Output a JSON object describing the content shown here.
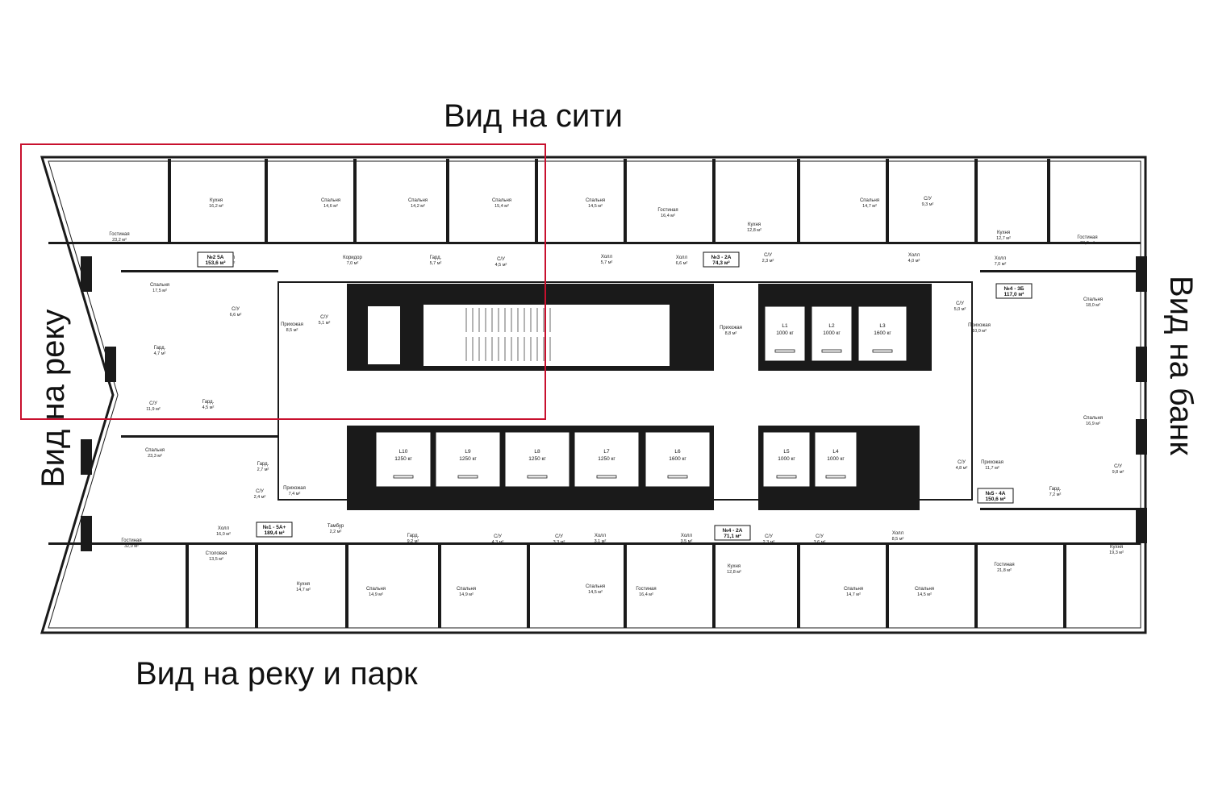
{
  "views": {
    "top": "Вид на сити",
    "bottom": "Вид на реку и парк",
    "left": "Вид на реку",
    "right": "Вид на банк"
  },
  "colors": {
    "wall": "#1a1a1a",
    "core": "#1a1a1a",
    "highlight": "#c8102e",
    "background": "#ffffff"
  },
  "apartments": [
    {
      "id": "№2 5А",
      "area": "153,6 м²"
    },
    {
      "id": "№3 - 2А",
      "area": "74,3 м²"
    },
    {
      "id": "№4 - 3Б",
      "area": "117,0 м²"
    },
    {
      "id": "№5 - 4А",
      "area": "150,6 м²"
    },
    {
      "id": "№4 - 2А",
      "area": "71,1 м²"
    },
    {
      "id": "№1 - 5А+",
      "area": "189,4 м²"
    }
  ],
  "lifts": [
    {
      "id": "L1",
      "capacity": "1000 кг"
    },
    {
      "id": "L2",
      "capacity": "1000 кг"
    },
    {
      "id": "L3",
      "capacity": "1600 кг"
    },
    {
      "id": "L10",
      "capacity": "1250 кг"
    },
    {
      "id": "L9",
      "capacity": "1250 кг"
    },
    {
      "id": "L8",
      "capacity": "1250 кг"
    },
    {
      "id": "L7",
      "capacity": "1250 кг"
    },
    {
      "id": "L6",
      "capacity": "1600 кг"
    },
    {
      "id": "L5",
      "capacity": "1000 кг"
    },
    {
      "id": "L4",
      "capacity": "1000 кг"
    }
  ],
  "rooms": [
    {
      "name": "Гостиная",
      "area": "23,2 м²"
    },
    {
      "name": "Кухня",
      "area": "16,2 м²"
    },
    {
      "name": "Спальня",
      "area": "14,6 м²"
    },
    {
      "name": "Спальня",
      "area": "14,2 м²"
    },
    {
      "name": "Спальня",
      "area": "15,4 м²"
    },
    {
      "name": "Спальня",
      "area": "14,5 м²"
    },
    {
      "name": "Гостиная",
      "area": "16,4 м²"
    },
    {
      "name": "Кухня",
      "area": "12,8 м²"
    },
    {
      "name": "Спальня",
      "area": "14,7 м²"
    },
    {
      "name": "С/У",
      "area": "9,3 м²"
    },
    {
      "name": "Кухня",
      "area": "12,7 м²"
    },
    {
      "name": "Гостиная",
      "area": "23,8 м²"
    },
    {
      "name": "Холл",
      "area": "1,6 м²"
    },
    {
      "name": "Коридор",
      "area": "7,0 м²"
    },
    {
      "name": "Гард.",
      "area": "5,7 м²"
    },
    {
      "name": "С/У",
      "area": "4,5 м²"
    },
    {
      "name": "Холл",
      "area": "5,7 м²"
    },
    {
      "name": "Холл",
      "area": "6,6 м²"
    },
    {
      "name": "С/У",
      "area": "2,3 м²"
    },
    {
      "name": "Холл",
      "area": "4,0 м²"
    },
    {
      "name": "Холл",
      "area": "7,0 м²"
    },
    {
      "name": "Спальня",
      "area": "17,5 м²"
    },
    {
      "name": "Гард.",
      "area": "4,7 м²"
    },
    {
      "name": "С/У",
      "area": "6,6 м²"
    },
    {
      "name": "Прихожая",
      "area": "8,5 м²"
    },
    {
      "name": "С/У",
      "area": "5,1 м²"
    },
    {
      "name": "Прихожая",
      "area": "8,8 м²"
    },
    {
      "name": "С/У",
      "area": "5,0 м²"
    },
    {
      "name": "Прихожая",
      "area": "10,0 м²"
    },
    {
      "name": "Спальня",
      "area": "18,0 м²"
    },
    {
      "name": "С/У",
      "area": "11,9 м²"
    },
    {
      "name": "Гард.",
      "area": "4,5 м²"
    },
    {
      "name": "Спальня",
      "area": "16,9 м²"
    },
    {
      "name": "Спальня",
      "area": "23,3 м²"
    },
    {
      "name": "Гард.",
      "area": "2,7 м²"
    },
    {
      "name": "Прихожая",
      "area": "7,4 м²"
    },
    {
      "name": "С/У",
      "area": "2,4 м²"
    },
    {
      "name": "С/У",
      "area": "4,8 м²"
    },
    {
      "name": "Прихожая",
      "area": "11,7 м²"
    },
    {
      "name": "С/У",
      "area": "9,8 м²"
    },
    {
      "name": "Гард.",
      "area": "7,2 м²"
    },
    {
      "name": "Гостиная",
      "area": "32,0 м²"
    },
    {
      "name": "Холл",
      "area": "16,0 м²"
    },
    {
      "name": "Тамбур",
      "area": "2,2 м²"
    },
    {
      "name": "Гард.",
      "area": "9,2 м²"
    },
    {
      "name": "С/У",
      "area": "4,3 м²"
    },
    {
      "name": "С/У",
      "area": "3,3 м²"
    },
    {
      "name": "Холл",
      "area": "3,1 м²"
    },
    {
      "name": "Холл",
      "area": "3,5 м²"
    },
    {
      "name": "С/У",
      "area": "2,3 м²"
    },
    {
      "name": "С/У",
      "area": "3,6 м²"
    },
    {
      "name": "Холл",
      "area": "8,5 м²"
    },
    {
      "name": "Гостиная",
      "area": "21,8 м²"
    },
    {
      "name": "Кухня",
      "area": "19,3 м²"
    },
    {
      "name": "Столовая",
      "area": "13,5 м²"
    },
    {
      "name": "Кухня",
      "area": "14,7 м²"
    },
    {
      "name": "Спальня",
      "area": "14,9 м²"
    },
    {
      "name": "Спальня",
      "area": "14,9 м²"
    },
    {
      "name": "Спальня",
      "area": "14,5 м²"
    },
    {
      "name": "Гостиная",
      "area": "16,4 м²"
    },
    {
      "name": "Кухня",
      "area": "12,8 м²"
    },
    {
      "name": "Спальня",
      "area": "14,7 м²"
    },
    {
      "name": "Спальня",
      "area": "14,5 м²"
    }
  ]
}
